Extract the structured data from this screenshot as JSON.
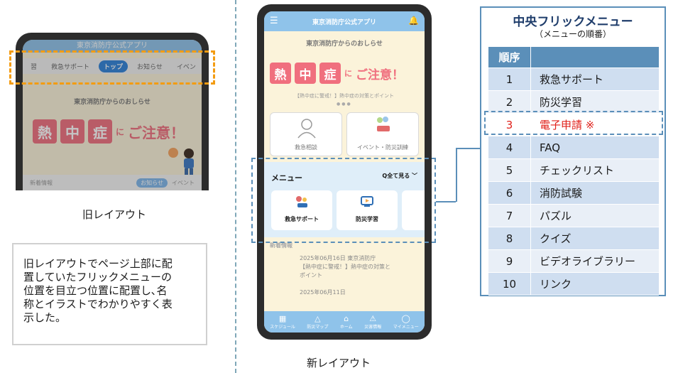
{
  "old_layout": {
    "header_title": "東京消防庁公式アプリ",
    "tabs": [
      "習",
      "救急サポート",
      "トップ",
      "お知らせ",
      "イベン"
    ],
    "active_tab": "トップ",
    "news_title": "東京消防庁からのおしらせ",
    "banner": {
      "chars": [
        "熱",
        "中",
        "症"
      ],
      "particle": "に",
      "tail": "ご注意！"
    },
    "bottom_label": "新着情報",
    "bottom_pill": "お知らせ",
    "bottom_more": "イベント",
    "caption": "旧レイアウト"
  },
  "note": {
    "lines": [
      "旧レイアウトでページ上部に配",
      "置していたフリックメニューの",
      "位置を目立つ位置に配置し､名",
      "称とイラストでわかりやすく表",
      "示した。"
    ]
  },
  "new_layout": {
    "header_title": "東京消防庁公式アプリ",
    "news_title": "東京消防庁からのおしらせ",
    "banner": {
      "chars": [
        "熱",
        "中",
        "症"
      ],
      "particle": "に",
      "tail": "ご注意！"
    },
    "banner_sub": "【熱中症に警戒！】熱中症の対策とポイント",
    "cards": [
      "救急相談",
      "イベント・防災訓練"
    ],
    "menu_title": "メニュー",
    "menu_all": "Q全て見る",
    "menu_items": [
      "救急サポート",
      "防災学習"
    ],
    "news_label": "新着情報",
    "news_items": [
      "2025年06月16日 東京消防庁",
      "【熱中症に警戒！】熱中症の対策と",
      "ポイント",
      "2025年06月11日"
    ],
    "nav": [
      "スケジュール",
      "防災マップ",
      "ホーム",
      "災害情報",
      "マイメニュー"
    ],
    "caption": "新レイアウト"
  },
  "flick_table": {
    "title": "中央フリックメニュー",
    "subtitle": "（メニューの順番）",
    "header": "順序",
    "rows": [
      {
        "no": "1",
        "label": "救急サポート"
      },
      {
        "no": "2",
        "label": "防災学習"
      },
      {
        "no": "3",
        "label": "電子申請 ※"
      },
      {
        "no": "4",
        "label": "FAQ"
      },
      {
        "no": "5",
        "label": "チェックリスト"
      },
      {
        "no": "6",
        "label": "消防試験"
      },
      {
        "no": "7",
        "label": "パズル"
      },
      {
        "no": "8",
        "label": "クイズ"
      },
      {
        "no": "9",
        "label": "ビデオライブラリー"
      },
      {
        "no": "10",
        "label": "リンク"
      }
    ]
  },
  "colors": {
    "accent_blue": "#5b8fb9",
    "highlight_orange": "#f39c12",
    "heat_pink": "#f06f7e",
    "red_text": "#e0201a"
  }
}
